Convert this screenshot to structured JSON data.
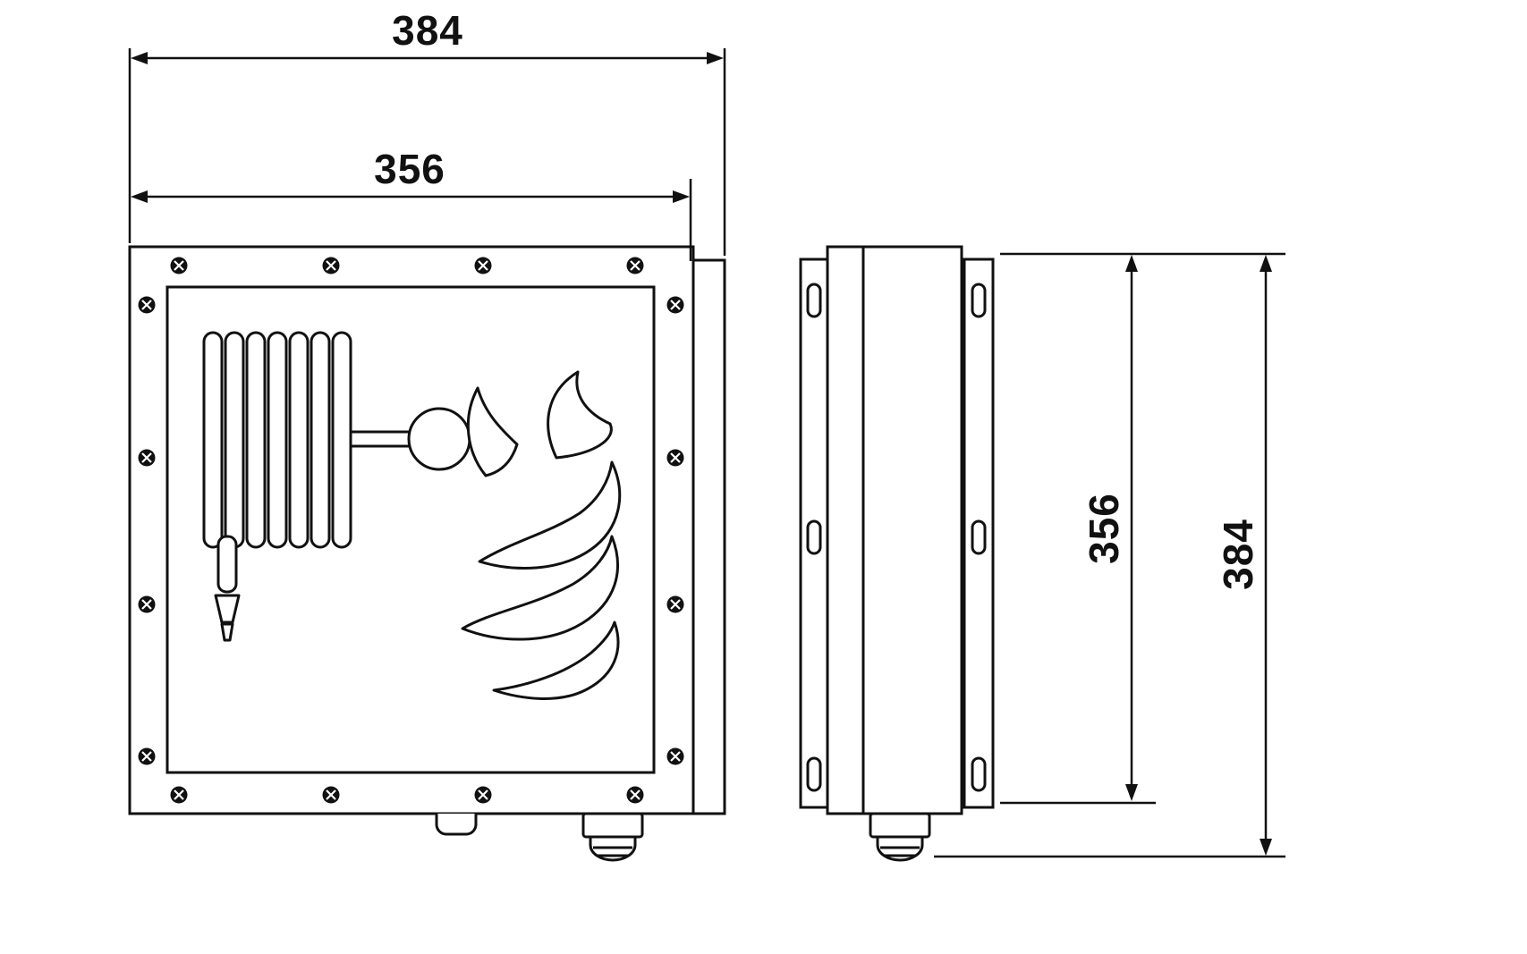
{
  "page": {
    "background": "#ffffff"
  },
  "drawing": {
    "type": "technical-dimension-drawing",
    "line_color": "#111111",
    "symbols": {
      "left_view_symbol": "fire-hose-reel-symbol",
      "right_view_symbol": "flame-symbol"
    }
  },
  "dimensions": {
    "front_overall_width": "384",
    "front_door_width": "356",
    "side_door_height": "356",
    "side_overall_height": "384"
  }
}
